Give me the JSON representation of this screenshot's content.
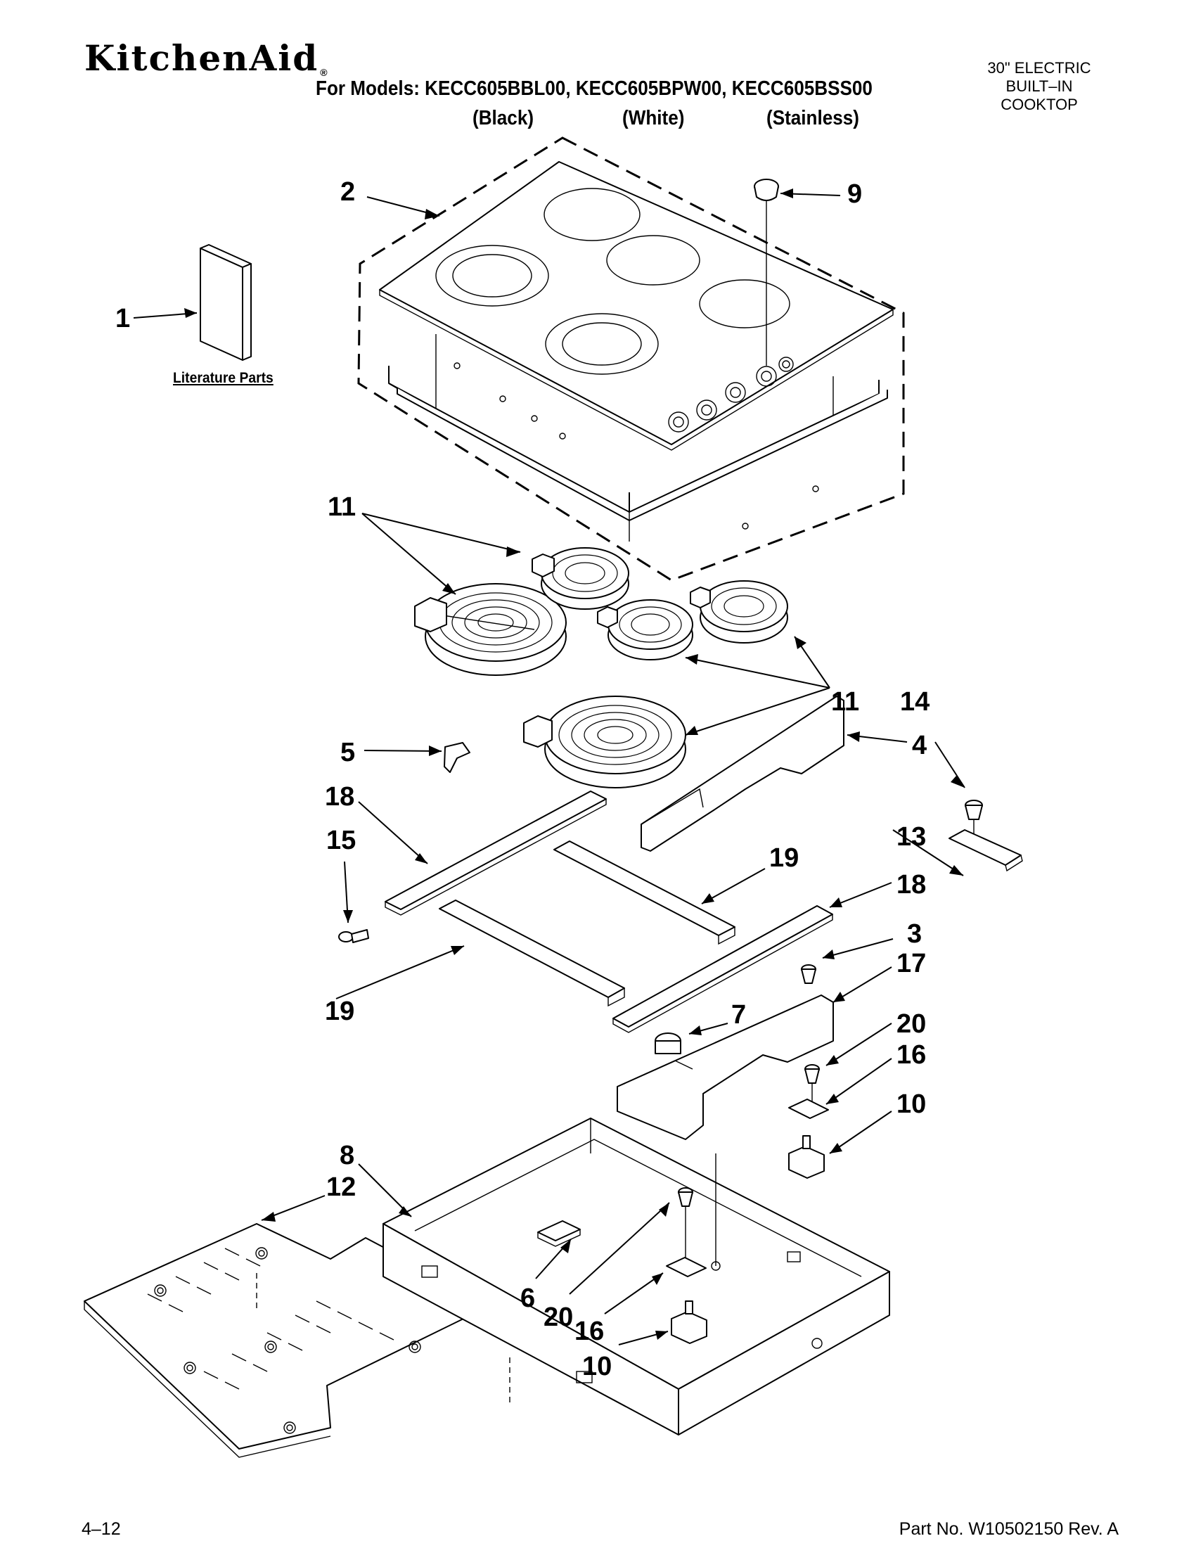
{
  "header": {
    "brand": "KitchenAid",
    "brand_mark": "®",
    "models_line": "For Models: KECC605BBL00, KECC605BPW00, KECC605BSS00",
    "finishes": [
      "(Black)",
      "(White)",
      "(Stainless)"
    ],
    "product_lines": [
      "30\" ELECTRIC",
      "BUILT–IN",
      "COOKTOP"
    ]
  },
  "literature_label": "Literature Parts",
  "callouts": [
    "1",
    "2",
    "9",
    "11",
    "11",
    "5",
    "4",
    "14",
    "18",
    "15",
    "19",
    "13",
    "18",
    "19",
    "3",
    "17",
    "7",
    "20",
    "16",
    "10",
    "8",
    "12",
    "6",
    "20",
    "16",
    "10"
  ],
  "footer": {
    "page_number": "4–12",
    "part_number": "Part No. W10502150 Rev. A"
  }
}
